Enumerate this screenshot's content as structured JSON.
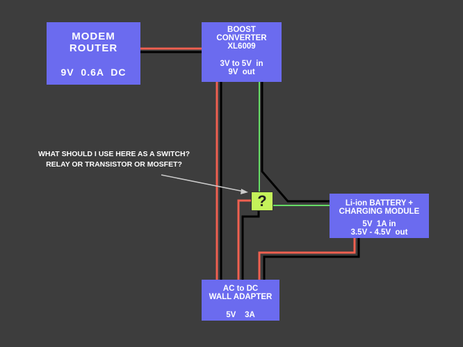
{
  "modem": {
    "title_line1": "MODEM",
    "title_line2": "ROUTER",
    "spec": "9V  0.6A  DC"
  },
  "boost": {
    "title_line1": "BOOST",
    "title_line2": "CONVERTER",
    "title_line3": "XL6009",
    "spec_line1": "3V to 5V  in",
    "spec_line2": "9V  out"
  },
  "battery": {
    "title_line1": "Li-ion BATTERY +",
    "title_line2": "CHARGING MODULE",
    "spec_line1": "5V  1A in",
    "spec_line2": "3.5V - 4.5V  out"
  },
  "wall_adapter": {
    "title_line1": "AC to DC",
    "title_line2": "WALL ADAPTER",
    "spec": "5V    3A"
  },
  "switch": {
    "symbol": "?"
  },
  "annotation": {
    "line1": "WHAT SHOULD I USE HERE AS A SWITCH?",
    "line2": "RELAY OR TRANSISTOR OR MOSFET?"
  },
  "colors": {
    "background": "#3d3d3d",
    "box_fill": "#6b6bef",
    "switch_fill": "#c4f25a",
    "wire_red": "#f06050",
    "wire_black": "#000000",
    "wire_green": "#66dd66"
  }
}
